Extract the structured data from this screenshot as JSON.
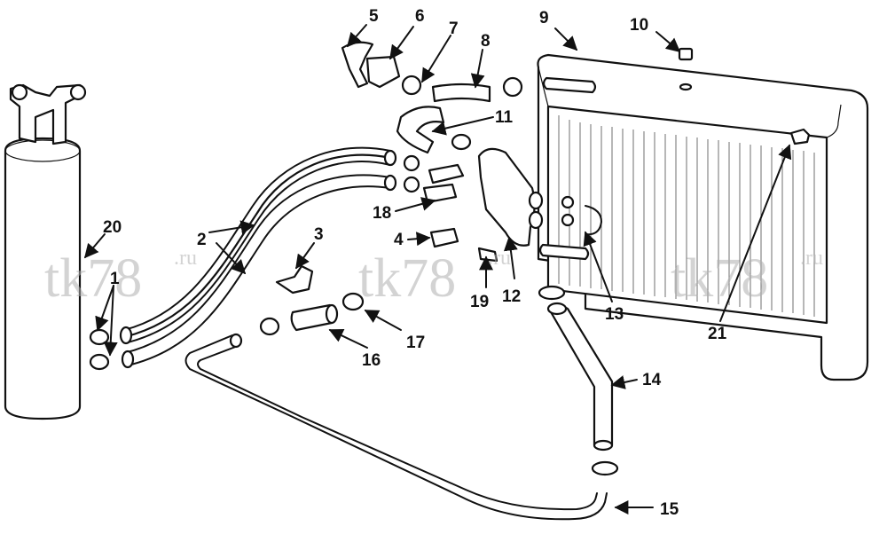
{
  "diagram": {
    "callouts": [
      {
        "id": "c1",
        "text": "1"
      },
      {
        "id": "c2",
        "text": "2"
      },
      {
        "id": "c3",
        "text": "3"
      },
      {
        "id": "c4",
        "text": "4"
      },
      {
        "id": "c5",
        "text": "5"
      },
      {
        "id": "c6",
        "text": "6"
      },
      {
        "id": "c7",
        "text": "7"
      },
      {
        "id": "c8",
        "text": "8"
      },
      {
        "id": "c9",
        "text": "9"
      },
      {
        "id": "c10",
        "text": "10"
      },
      {
        "id": "c11",
        "text": "11"
      },
      {
        "id": "c12",
        "text": "12"
      },
      {
        "id": "c13",
        "text": "13"
      },
      {
        "id": "c14",
        "text": "14"
      },
      {
        "id": "c15",
        "text": "15"
      },
      {
        "id": "c16",
        "text": "16"
      },
      {
        "id": "c17",
        "text": "17"
      },
      {
        "id": "c18",
        "text": "18"
      },
      {
        "id": "c19",
        "text": "19"
      },
      {
        "id": "c20",
        "text": "20"
      },
      {
        "id": "c21",
        "text": "21"
      }
    ],
    "watermark": {
      "text": "tk78",
      "suffix": ".ru"
    },
    "colors": {
      "ink": "#111111",
      "paper": "#ffffff",
      "watermark": "#b0b0b0"
    }
  }
}
